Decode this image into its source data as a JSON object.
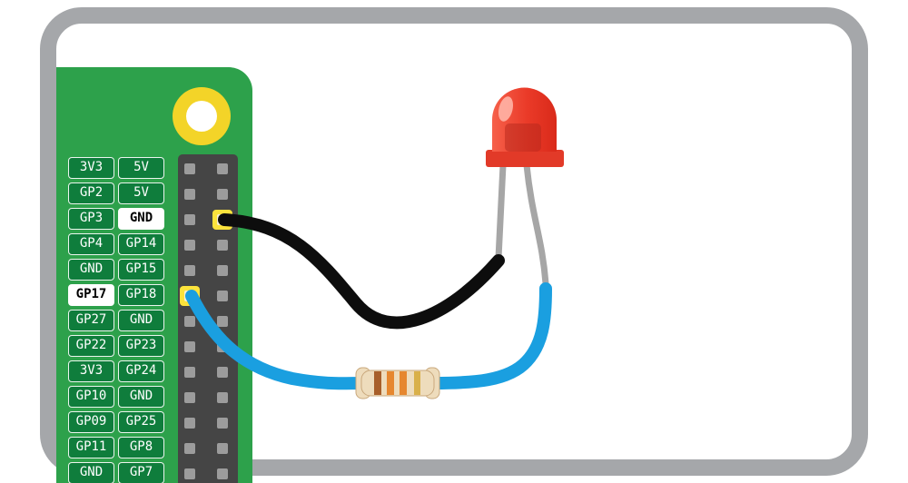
{
  "board": {
    "pin_rows": [
      {
        "left": "3V3",
        "right": "5V"
      },
      {
        "left": "GP2",
        "right": "5V"
      },
      {
        "left": "GP3",
        "right": "GND"
      },
      {
        "left": "GP4",
        "right": "GP14"
      },
      {
        "left": "GND",
        "right": "GP15"
      },
      {
        "left": "GP17",
        "right": "GP18"
      },
      {
        "left": "GP27",
        "right": "GND"
      },
      {
        "left": "GP22",
        "right": "GP23"
      },
      {
        "left": "3V3",
        "right": "GP24"
      },
      {
        "left": "GP10",
        "right": "GND"
      },
      {
        "left": "GP09",
        "right": "GP25"
      },
      {
        "left": "GP11",
        "right": "GP8"
      },
      {
        "left": "GND",
        "right": "GP7"
      }
    ],
    "highlighted_labels": [
      "GND",
      "GP17"
    ],
    "connections": [
      {
        "row": 2,
        "col": "right",
        "label": "GND"
      },
      {
        "row": 5,
        "col": "left",
        "label": "GP17"
      }
    ]
  },
  "components": {
    "led": {
      "name": "red-led",
      "color": "#e23a28"
    },
    "resistor": {
      "name": "resistor",
      "body_color": "#eedcbc",
      "band_colors": [
        "#a85f2a",
        "#e6872f",
        "#e6872f",
        "#d9b04a"
      ]
    },
    "wires": [
      {
        "name": "ground-wire",
        "color": "#0d0d0d"
      },
      {
        "name": "signal-wire",
        "color": "#1a9fe0"
      }
    ]
  },
  "colors": {
    "frame": "#a5a7aa",
    "board_green": "#2da14b",
    "label_green": "#0f7d3c",
    "header_gray": "#454545",
    "pin_gray": "#9c9c9c",
    "highlight_yellow": "#fce33c",
    "mount_ring_yellow": "#f3d428"
  }
}
